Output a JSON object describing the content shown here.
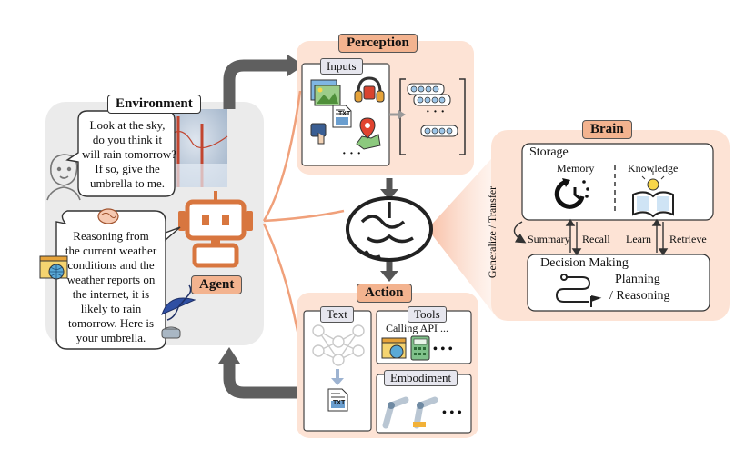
{
  "header": {
    "caption_fragment": "/ _ _ _ _ _ _ _ _ _ _ _ _ _ _ _ _ _ _ _ ( _ _ _ , _ _ _ _ )"
  },
  "environment": {
    "title": "Environment",
    "human_bubble": [
      "Look at the sky,",
      "do you think it",
      "will rain tomorrow?",
      "If so, give the",
      "umbrella to me."
    ],
    "agent_bubble": [
      "Reasoning from",
      "the current weather",
      "conditions and the",
      "weather reports on",
      "the internet, it is",
      "likely to rain",
      "tomorrow. Here is",
      "your umbrella."
    ]
  },
  "agent": {
    "label": "Agent"
  },
  "perception": {
    "title": "Perception",
    "inputs_label": "Inputs",
    "txt_icon": "TXT",
    "ellipsis": "· · ·",
    "encoded_ellipsis": "· · ·"
  },
  "brain": {
    "title": "Brain",
    "storage_label": "Storage",
    "memory_label": "Memory",
    "knowledge_label": "Knowledge",
    "generalize_label": "Generalize / Transfer",
    "summary_label": "Summary",
    "recall_label": "Recall",
    "learn_label": "Learn",
    "retrieve_label": "Retrieve",
    "decision_label": "Decision Making",
    "planning_label": "Planning",
    "reasoning_label": "/ Reasoning"
  },
  "action": {
    "title": "Action",
    "text_label": "Text",
    "tools_label": "Tools",
    "calling_api": "Calling API ...",
    "tools_ellipsis": "• • •",
    "embodiment_label": "Embodiment",
    "embodiment_ellipsis": "• • •",
    "txt_icon": "TXT"
  },
  "colors": {
    "peach_panel": "#fde3d5",
    "env_panel": "#ebebeb",
    "orange_tag": "#f3b38f",
    "agent_orange": "#d8763f",
    "arrow_grey": "#5f5f5f",
    "ray_orange": "#f0a07a"
  },
  "icons": [
    "person-icon",
    "robot-agent-icon",
    "brain-icon",
    "image-icon",
    "headphones-icon",
    "text-file-icon",
    "hand-touch-icon",
    "map-pin-icon",
    "clock-memory-icon",
    "book-lightbulb-icon",
    "path-planning-icon",
    "browser-globe-icon",
    "calculator-icon",
    "robot-arm-icon",
    "umbrella-icon",
    "neural-network-icon"
  ]
}
